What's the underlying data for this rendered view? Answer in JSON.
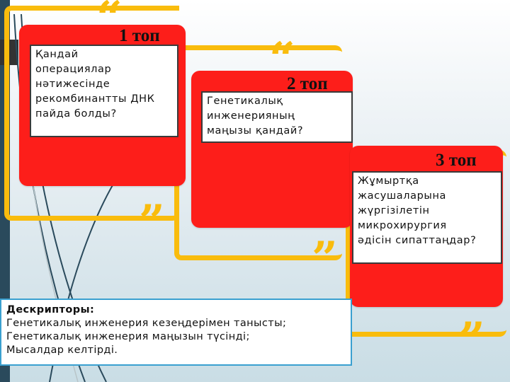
{
  "slide": {
    "groups": [
      {
        "title": "1 топ",
        "question_lines": [
          "Қандай",
          "операциялар",
          "нәтижесінде",
          "рекомбинантты ДНК",
          "пайда болды?"
        ]
      },
      {
        "title": "2 топ",
        "question_lines": [
          "Генетикалық",
          "инженерияның",
          "маңызы қандай?"
        ]
      },
      {
        "title": "3 топ",
        "question_lines": [
          "Жұмыртқа",
          "жасушаларына",
          "жүргізілетін",
          "микрохирургия",
          "әдісін сипаттаңдар?"
        ]
      }
    ],
    "descriptors": {
      "heading": "Дескрипторы:",
      "items": [
        "Генетикалық инженерия кезеңдерімен танысты;",
        "Генетикалық инженерия маңызын түсінді;",
        "Мысалдар келтірді."
      ]
    },
    "icons": {
      "open_quote": "“",
      "close_quote": "”"
    },
    "colors": {
      "card_red": "#fd1e1a",
      "frame_yellow": "#f9bc0d",
      "descriptor_border": "#3aa0d0",
      "side_stripe": "#2a4a5c"
    }
  }
}
